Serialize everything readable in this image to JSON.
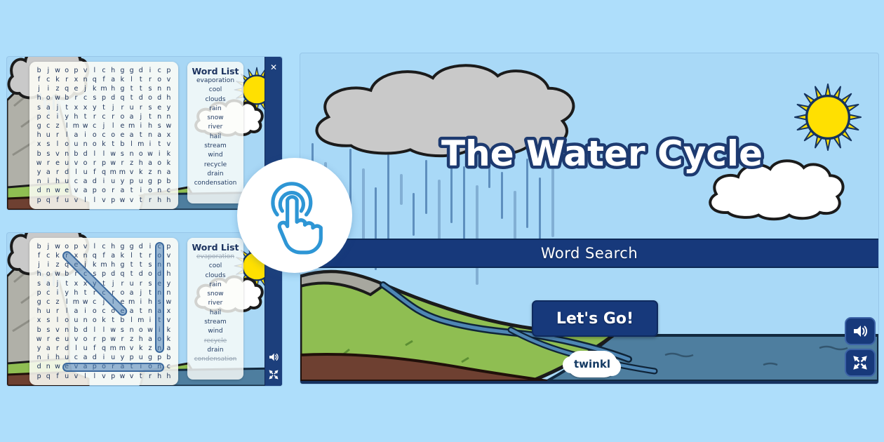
{
  "colors": {
    "page_bg": "#AEDEFB",
    "navy": "#17397B",
    "sky": "#A9D9F7",
    "sea": "#4E7E9F",
    "grass": "#8FBE52",
    "earth": "#6E4031",
    "cloud_gray": "#C9C9C9",
    "sun_yellow": "#FFE001",
    "highlight_blue": "#487EB5",
    "hand_blue": "#2E96D5",
    "found_word_gray": "#98A6B4"
  },
  "word_search_game": {
    "word_list_title": "Word List",
    "grid_rows": [
      "bjwopvlchggdicp",
      "fckrxnqfakltrov",
      "jizqejkmhgttsnn",
      "howbrcspdqtdodh",
      "sajtxxytjrursey",
      "pciyhtrcroajtnn",
      "gczlmwcjlemihsw",
      "hurlaiocoeatnax",
      "xslounoktblmitv",
      "bsvnbdllwsnowik",
      "wreuvorpwrzhaok",
      "yardlufqmmvkzna",
      "nihucadiuypugpb",
      "dnwevaporationc",
      "pqfuvllvpwvtrhh"
    ],
    "words": [
      "evaporation",
      "cool",
      "clouds",
      "rain",
      "snow",
      "river",
      "hail",
      "stream",
      "wind",
      "recycle",
      "drain",
      "condensation"
    ],
    "found_words": [
      "evaporation",
      "recycle",
      "condensation"
    ],
    "highlights": [
      {
        "word": "condensation",
        "from": {
          "row": 1,
          "col": 14
        },
        "to": {
          "row": 12,
          "col": 14
        }
      },
      {
        "word": "recycle",
        "from": {
          "row": 2,
          "col": 4
        },
        "to": {
          "row": 8,
          "col": 10
        }
      },
      {
        "word": "evaporation",
        "from": {
          "row": 14,
          "col": 4
        },
        "to": {
          "row": 14,
          "col": 14
        }
      }
    ]
  },
  "title_screen": {
    "title": "The Water Cycle",
    "bar_label": "Word Search",
    "start_button_label": "Let's Go!",
    "logo_text": "twinkl"
  },
  "controls": {
    "close_glyph": "✕",
    "speaker_icon": "speaker-icon",
    "fullscreen_icon": "fullscreen-icon",
    "tap_icon": "tap-hand-icon"
  }
}
